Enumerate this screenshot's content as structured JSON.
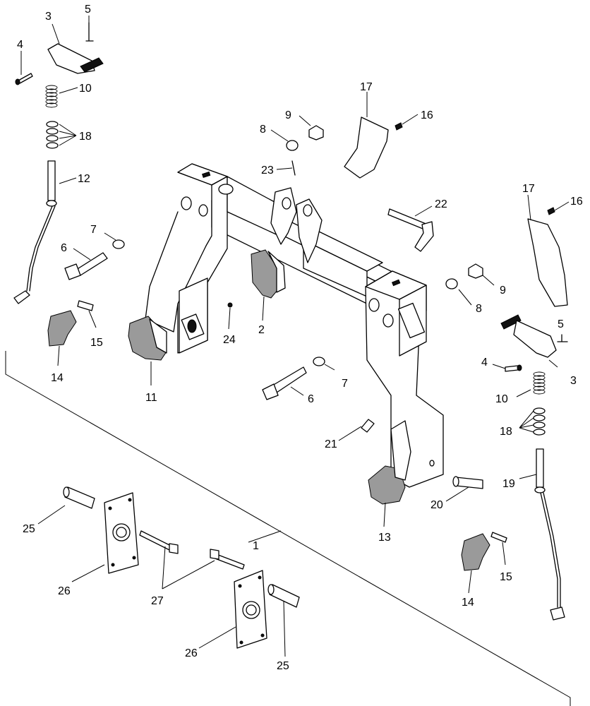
{
  "callouts": {
    "c1": "1",
    "c2": "2",
    "c3a": "3",
    "c3b": "3",
    "c4a": "4",
    "c4b": "4",
    "c5a": "5",
    "c5b": "5",
    "c6a": "6",
    "c6b": "6",
    "c7a": "7",
    "c7b": "7",
    "c8a": "8",
    "c8b": "8",
    "c9a": "9",
    "c9b": "9",
    "c10a": "10",
    "c10b": "10",
    "c11": "11",
    "c12": "12",
    "c13": "13",
    "c14a": "14",
    "c14b": "14",
    "c15a": "15",
    "c15b": "15",
    "c16a": "16",
    "c16b": "16",
    "c17a": "17",
    "c17b": "17",
    "c18a": "18",
    "c18b": "18",
    "c19": "19",
    "c20": "20",
    "c21": "21",
    "c22": "22",
    "c23": "23",
    "c24": "24",
    "c25a": "25",
    "c25b": "25",
    "c26a": "26",
    "c26b": "26",
    "c27": "27"
  }
}
